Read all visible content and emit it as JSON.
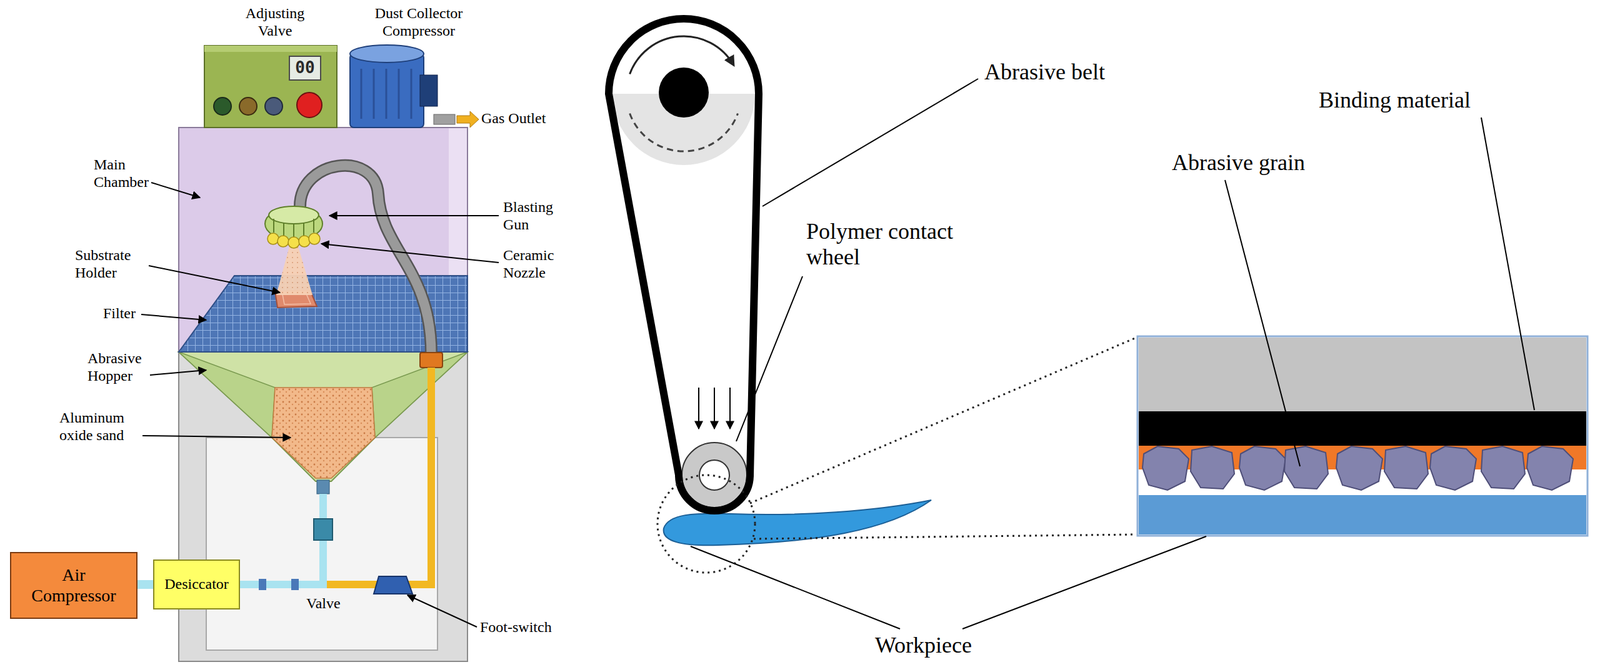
{
  "diagram": {
    "nodes": [
      {
        "text": [
          "00"
        ]
      },
      {
        "text": [
          "Air Compressor"
        ]
      },
      {
        "text": [
          "Desiccator"
        ]
      }
    ],
    "edges": [
      {
        "from": 1,
        "to": 2,
        "arrow": "none"
      }
    ],
    "labels": [
      "Adjusting Valve",
      "Dust Collector Compressor",
      "Gas Outlet",
      "Main Chamber",
      "Blasting Gun",
      "Ceramic Nozzle",
      "Substrate Holder",
      "Filter",
      "Abrasive Hopper",
      "Aluminum oxide sand",
      "Valve",
      "Foot-switch",
      "Abrasive belt",
      "Binding material",
      "Abrasive grain",
      "Polymer contact wheel",
      "Workpiece"
    ]
  }
}
